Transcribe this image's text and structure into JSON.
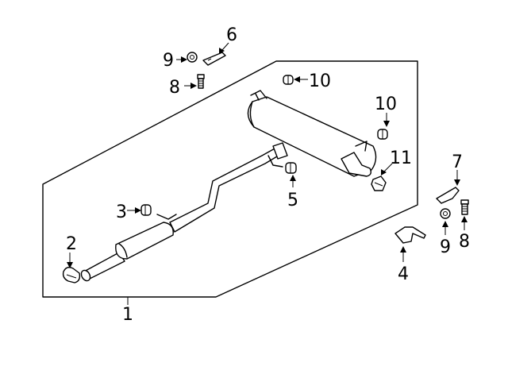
{
  "callouts": {
    "c1": "1",
    "c2": "2",
    "c3": "3",
    "c4": "4",
    "c5": "5",
    "c6": "6",
    "c7": "7",
    "c8_top": "8",
    "c8_right": "8",
    "c9_top": "9",
    "c9_right": "9",
    "c10_top": "10",
    "c10_right": "10",
    "c11": "11"
  }
}
